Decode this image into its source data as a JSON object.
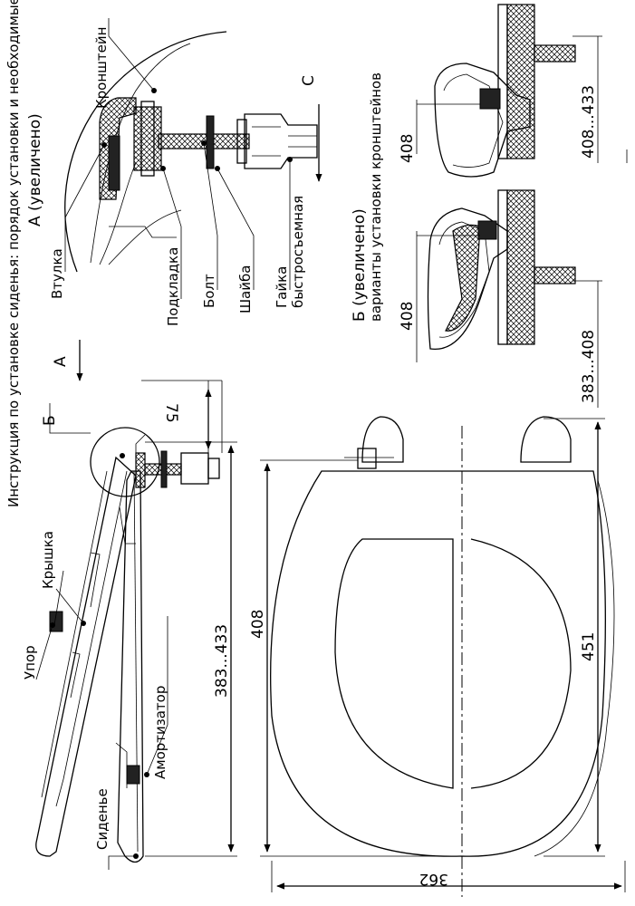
{
  "header_text": "Инструкция по установке сиденья: порядок установки и необходимые размеры",
  "view_a": {
    "title": "А (увеличено)",
    "labels": {
      "bracket": "Кронштейн",
      "sleeve": "Втулка",
      "gasket": "Подкладка",
      "bolt": "Болт",
      "washer": "Шайба",
      "nut_line1": "Гайка",
      "nut_line2": "быстросъемная"
    },
    "section_mark": "С"
  },
  "view_b": {
    "title": "Б (увеличено)",
    "subtitle": "варианты установки кронштейнов",
    "dim_left_height": "408",
    "dim_left_span": "383...408",
    "dim_right_height": "408",
    "dim_right_span": "408...433"
  },
  "side_view": {
    "view_mark_a": "А",
    "view_mark_b": "Б",
    "labels": {
      "lid": "Крышка",
      "stop": "Упор",
      "seat": "Сиденье",
      "damper": "Амортизатор"
    },
    "dim_75": "75",
    "dim_span": "383...433"
  },
  "plan_view": {
    "dim_408": "408",
    "dim_451": "451",
    "dim_362": "362"
  }
}
